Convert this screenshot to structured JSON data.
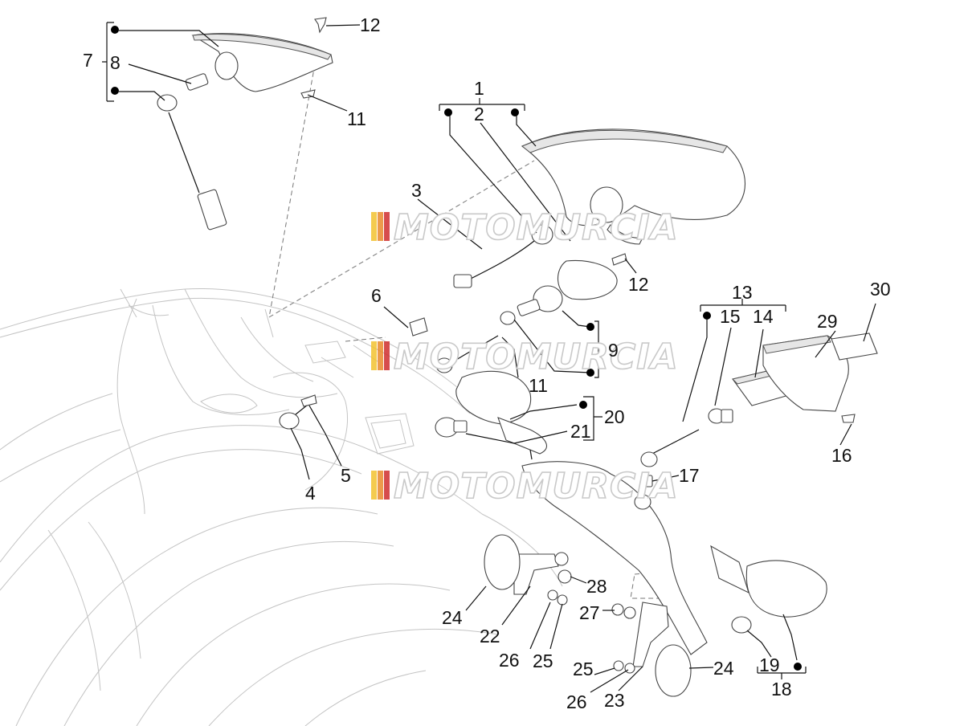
{
  "watermark": {
    "text": "MOTOMURCIA",
    "stripe_colors": [
      "#f2c230",
      "#e98a2c",
      "#cf2e2e"
    ]
  },
  "callouts": [
    {
      "id": "c1",
      "text": "1"
    },
    {
      "id": "c2",
      "text": "2"
    },
    {
      "id": "c3",
      "text": "3"
    },
    {
      "id": "c4",
      "text": "4"
    },
    {
      "id": "c5",
      "text": "5"
    },
    {
      "id": "c6",
      "text": "6"
    },
    {
      "id": "c7",
      "text": "7"
    },
    {
      "id": "c8",
      "text": "8"
    },
    {
      "id": "c9",
      "text": "9"
    },
    {
      "id": "c11a",
      "text": "11"
    },
    {
      "id": "c11b",
      "text": "11"
    },
    {
      "id": "c12a",
      "text": "12"
    },
    {
      "id": "c12b",
      "text": "12"
    },
    {
      "id": "c13",
      "text": "13"
    },
    {
      "id": "c14",
      "text": "14"
    },
    {
      "id": "c15",
      "text": "15"
    },
    {
      "id": "c16",
      "text": "16"
    },
    {
      "id": "c17",
      "text": "17"
    },
    {
      "id": "c18",
      "text": "18"
    },
    {
      "id": "c19",
      "text": "19"
    },
    {
      "id": "c20",
      "text": "20"
    },
    {
      "id": "c21",
      "text": "21"
    },
    {
      "id": "c22",
      "text": "22"
    },
    {
      "id": "c23",
      "text": "23"
    },
    {
      "id": "c24a",
      "text": "24"
    },
    {
      "id": "c24b",
      "text": "24"
    },
    {
      "id": "c25a",
      "text": "25"
    },
    {
      "id": "c25b",
      "text": "25"
    },
    {
      "id": "c26a",
      "text": "26"
    },
    {
      "id": "c26b",
      "text": "26"
    },
    {
      "id": "c27",
      "text": "27"
    },
    {
      "id": "c28",
      "text": "28"
    },
    {
      "id": "c29",
      "text": "29"
    },
    {
      "id": "c30",
      "text": "30"
    }
  ]
}
